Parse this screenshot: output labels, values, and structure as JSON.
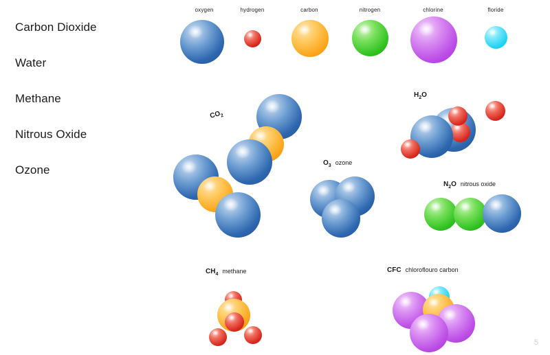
{
  "slide": {
    "page_number": "5",
    "background_color": "#ffffff"
  },
  "gas_list": {
    "items": [
      {
        "label": "Carbon Dioxide"
      },
      {
        "label": "Water"
      },
      {
        "label": "Methane"
      },
      {
        "label": "Nitrous Oxide"
      },
      {
        "label": "Ozone"
      }
    ]
  },
  "legend": {
    "atoms": [
      {
        "label": "oxygen",
        "color": "#2f68b0",
        "radius": 30
      },
      {
        "label": "hydrogen",
        "color": "#d8281d",
        "radius": 12
      },
      {
        "label": "carbon",
        "color": "#fba61c",
        "radius": 26
      },
      {
        "label": "nitrogen",
        "color": "#31c221",
        "radius": 26
      },
      {
        "label": "chlorine",
        "color": "#bd4ee6",
        "radius": 33
      },
      {
        "label": "floride",
        "color": "#20d3f2",
        "radius": 16
      }
    ]
  },
  "molecules": {
    "carbon_dioxide": {
      "formula_main": "CO",
      "formula_sub": "2",
      "name": "",
      "atoms": [
        "oxygen",
        "carbon",
        "oxygen"
      ]
    },
    "water": {
      "formula_main": "H",
      "formula_sub": "2",
      "formula_tail": "O",
      "name": "",
      "atoms": [
        "oxygen",
        "hydrogen",
        "hydrogen"
      ]
    },
    "ozone": {
      "formula_main": "O",
      "formula_sub": "3",
      "name": "ozone",
      "atoms": [
        "oxygen",
        "oxygen",
        "oxygen"
      ]
    },
    "nitrous_oxide": {
      "formula_main": "N",
      "formula_sub": "2",
      "formula_tail": "O",
      "name": "nitrous oxide",
      "atoms": [
        "nitrogen",
        "nitrogen",
        "oxygen"
      ]
    },
    "methane": {
      "formula_main": "CH",
      "formula_sub": "4",
      "name": "methane",
      "atoms": [
        "carbon",
        "hydrogen",
        "hydrogen",
        "hydrogen",
        "hydrogen"
      ]
    },
    "cfc": {
      "formula_main": "CFC",
      "name": "chloroflouro carbon",
      "atoms": [
        "carbon",
        "chlorine",
        "chlorine",
        "chlorine",
        "floride"
      ]
    }
  }
}
